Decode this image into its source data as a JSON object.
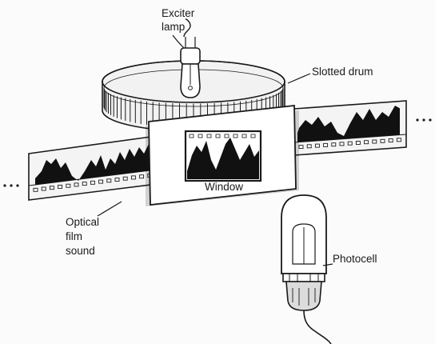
{
  "labels": {
    "exciter_lamp": [
      "Exciter",
      "lamp"
    ],
    "slotted_drum": "Slotted drum",
    "window": "Window",
    "optical_film_sound": [
      "Optical",
      "film",
      "sound"
    ],
    "photocell": "Photocell"
  },
  "colors": {
    "ink": "#1a1a1a",
    "paper": "#fbfbfb"
  }
}
